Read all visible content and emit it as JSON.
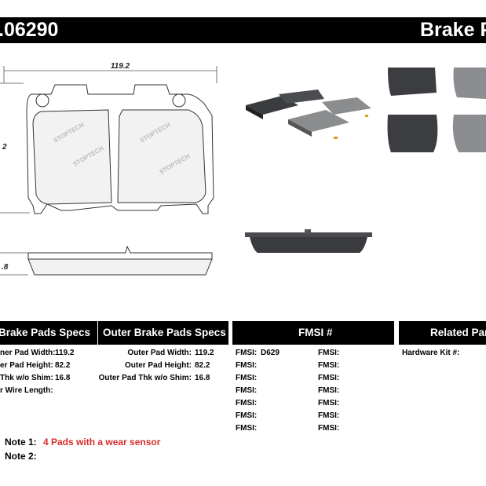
{
  "header": {
    "part_number": ".06290",
    "category": "Brake P"
  },
  "drawing": {
    "width_dim": "119.2",
    "height_dim": "2",
    "thickness_dim": ".8",
    "brand_watermark": "STOPTECH"
  },
  "sections": {
    "inner_title": "Brake Pads Specs",
    "outer_title": "Outer Brake Pads Specs",
    "fmsi_title": "FMSI #",
    "related_title": "Related Par"
  },
  "inner_specs": [
    {
      "label": "ner Pad Width:",
      "value": "119.2"
    },
    {
      "label": "er Pad Height:",
      "value": "82.2"
    },
    {
      "label": "Thk w/o Shim:",
      "value": "16.8"
    },
    {
      "label": "r Wire Length:",
      "value": ""
    }
  ],
  "outer_specs": [
    {
      "label": "Outer Pad Width:",
      "value": "119.2"
    },
    {
      "label": "Outer Pad Height:",
      "value": "82.2"
    },
    {
      "label": "Outer Pad Thk w/o Shim:",
      "value": "16.8"
    }
  ],
  "fmsi": {
    "rows": [
      {
        "left_label": "FMSI:",
        "left_value": "D629",
        "right_label": "FMSI:",
        "right_value": ""
      },
      {
        "left_label": "FMSI:",
        "left_value": "",
        "right_label": "FMSI:",
        "right_value": ""
      },
      {
        "left_label": "FMSI:",
        "left_value": "",
        "right_label": "FMSI:",
        "right_value": ""
      },
      {
        "left_label": "FMSI:",
        "left_value": "",
        "right_label": "FMSI:",
        "right_value": ""
      },
      {
        "left_label": "FMSI:",
        "left_value": "",
        "right_label": "FMSI:",
        "right_value": ""
      },
      {
        "left_label": "FMSI:",
        "left_value": "",
        "right_label": "FMSI:",
        "right_value": ""
      },
      {
        "left_label": "FMSI:",
        "left_value": "",
        "right_label": "FMSI:",
        "right_value": ""
      }
    ]
  },
  "related": {
    "hardware_label": "Hardware Kit #:",
    "hardware_value": ""
  },
  "notes": [
    {
      "label": "Note 1:",
      "value": "4 Pads with a wear sensor"
    },
    {
      "label": "Note 2:",
      "value": ""
    }
  ],
  "colors": {
    "header_bg": "#000000",
    "note_red": "#d62b2b",
    "pad_fill": "#f2f2f2",
    "photo_gray": "#8a8c8e"
  }
}
